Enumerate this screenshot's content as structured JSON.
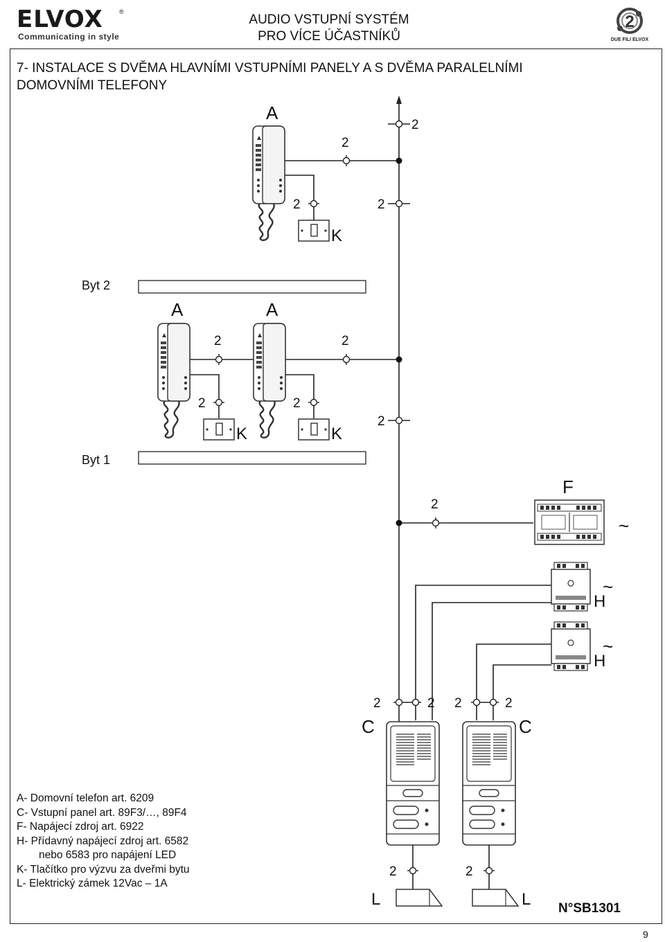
{
  "header": {
    "brand_name": "ELVOX",
    "brand_reg": "®",
    "brand_tagline": "Communicating in style",
    "title_line1": "AUDIO VSTUPNÍ SYSTÉM",
    "title_line2": "PRO VÍCE ÚČASTNÍKŮ",
    "badge_number": "2",
    "badge_caption": "DUE FILI ELVOX"
  },
  "section": {
    "heading_line1": "7- INSTALACE S DVĚMA HLAVNÍMI VSTUPNÍMI PANELY A S DVĚMA PARALELNÍMI",
    "heading_line2": "DOMOVNÍMI TELEFONY"
  },
  "diagram": {
    "floor_top": "Byt 2",
    "floor_bottom": "Byt 1",
    "label_handset": "A",
    "label_button": "K",
    "label_power_supply": "F",
    "label_aux_supply": "H",
    "label_panel": "C",
    "label_lock": "L",
    "wire_count": "2",
    "ac_symbol": "~"
  },
  "legend": [
    "A- Domovní telefon art. 6209",
    "C- Vstupní panel art. 89F3/…, 89F4",
    "F- Napájecí zdroj art. 6922",
    "H- Přídavný napájecí zdroj art. 6582",
    "nebo 6583 pro napájení LED",
    "K- Tlačítko pro výzvu za dveřmi bytu",
    "L- Elektrický zámek 12Vac – 1A"
  ],
  "footer": {
    "doc_code": "N°SB1301",
    "page_number": "9"
  }
}
